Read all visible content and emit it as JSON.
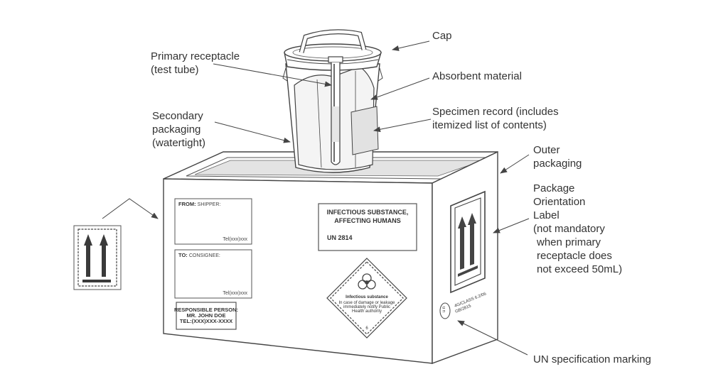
{
  "labels": {
    "cap": "Cap",
    "primary_line1": "Primary receptacle",
    "primary_line2": "(test tube)",
    "absorbent": "Absorbent material",
    "secondary_line1": "Secondary",
    "secondary_line2": "packaging",
    "secondary_line3": "(watertight)",
    "specimen_line1": "Specimen record (includes",
    "specimen_line2": "itemized list of contents)",
    "outer_line1": "Outer",
    "outer_line2": "packaging",
    "orientation_line1": "Package",
    "orientation_line2": "Orientation",
    "orientation_line3": "Label",
    "orientation_line4": "(not mandatory",
    "orientation_line5": "when primary",
    "orientation_line6": "receptacle does",
    "orientation_line7": "not exceed 50mL)",
    "un_spec": "UN specification marking"
  },
  "box_labels": {
    "from_bold": "FROM:",
    "from_rest": "SHIPPER:",
    "from_tel": "Tel(xxx)xxx",
    "to_bold": "TO:",
    "to_rest": "CONSIGNEE:",
    "to_tel": "Tel(xxx)xxx",
    "resp_line1": "RESPONSIBLE PERSON:",
    "resp_line2": "MR. JOHN DOE",
    "resp_line3": "TEL:(XXX)XXX-XXXX",
    "infectious_line1": "INFECTIOUS SUBSTANCE,",
    "infectious_line2": "AFFECTING HUMANS",
    "un_number": "UN 2814"
  },
  "diamond": {
    "title": "Infectious substance",
    "line1": "In case of damage or leakage",
    "line2": "immediately notify Public",
    "line3": "Health authority",
    "class_number": "6"
  },
  "un_marking": {
    "symbol": "u n",
    "line1": "4G/CLASS 6.2/06",
    "line2": "GB/2815"
  },
  "colors": {
    "line": "#444444",
    "text": "#333333",
    "shade": "#e8e8e8"
  }
}
